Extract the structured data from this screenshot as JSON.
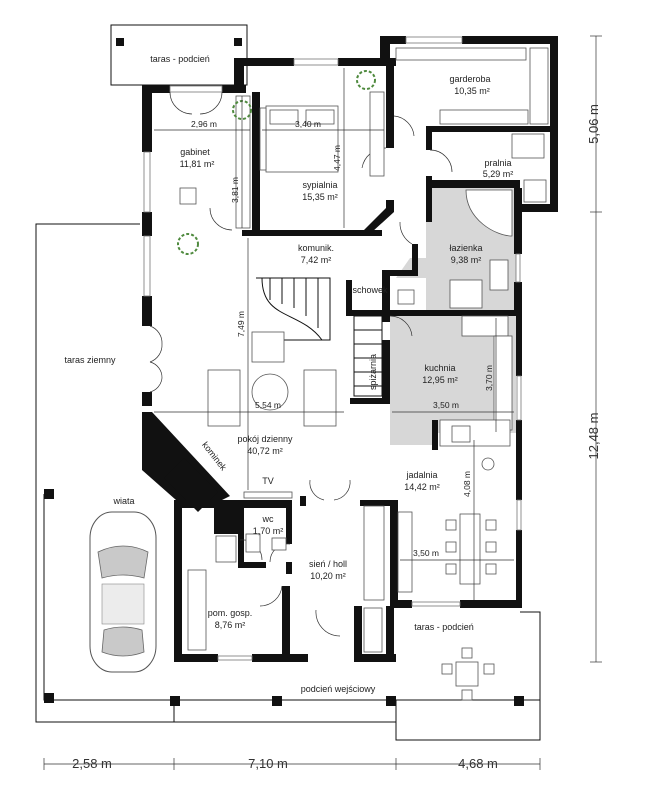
{
  "rooms": {
    "taras_top": {
      "name": "taras - podcień"
    },
    "gabinet": {
      "name": "gabinet",
      "area": "11,81 m²"
    },
    "sypialnia": {
      "name": "sypialnia",
      "area": "15,35 m²"
    },
    "garderoba": {
      "name": "garderoba",
      "area": "10,35 m²"
    },
    "pralnia": {
      "name": "pralnia",
      "area": "5,29 m²"
    },
    "komunik": {
      "name": "komunik.",
      "area": "7,42 m²"
    },
    "lazienka": {
      "name": "łazienka",
      "area": "9,38 m²"
    },
    "schowek": {
      "name": "schowek"
    },
    "spizarnia": {
      "name": "spiżarnia"
    },
    "kuchnia": {
      "name": "kuchnia",
      "area": "12,95 m²"
    },
    "taras_ziemny": {
      "name": "taras ziemny"
    },
    "pokoj": {
      "name": "pokój dzienny",
      "area": "40,72 m²"
    },
    "kominek": {
      "name": "kominek"
    },
    "tv": {
      "name": "TV"
    },
    "jadalnia": {
      "name": "jadalnia",
      "area": "14,42 m²"
    },
    "wiata": {
      "name": "wiata"
    },
    "wc": {
      "name": "wc",
      "area": "1,70 m²"
    },
    "sien": {
      "name": "sień / holl",
      "area": "10,20 m²"
    },
    "pom_gosp": {
      "name": "pom. gosp.",
      "area": "8,76 m²"
    },
    "taras_bottom": {
      "name": "taras - podcień"
    },
    "podcien": {
      "name": "podcień wejściowy"
    }
  },
  "inner_dims": {
    "gabinet_w": "2,96 m",
    "sypialnia_w": "3,40 m",
    "sypialnia_h": "4,47 m",
    "gabinet_h": "3,81 m",
    "pokoj_h": "7,49 m",
    "pokoj_w": "5,54 m",
    "kuchnia_h": "3,70 m",
    "kuchnia_w": "3,50 m",
    "jadalnia_h": "4,08 m",
    "jadalnia_w": "3,50 m"
  },
  "outer_dims": {
    "bottom_left": "2,58 m",
    "bottom_mid": "7,10 m",
    "bottom_right": "4,68 m",
    "right_top": "5,06 m",
    "right_bottom": "12,48 m"
  }
}
